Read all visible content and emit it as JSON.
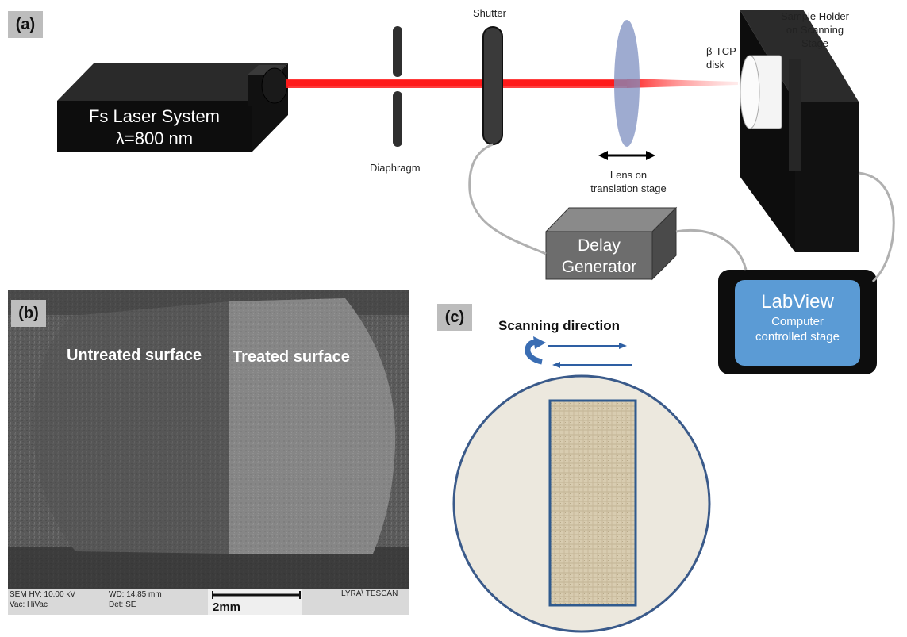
{
  "panels": {
    "a": "(a)",
    "b": "(b)",
    "c": "(c)"
  },
  "setup": {
    "laser_line1": "Fs Laser System",
    "laser_line2": "λ=800 nm",
    "diaphragm": "Diaphragm",
    "shutter": "Shutter",
    "lens_line1": "Lens on",
    "lens_line2": "translation stage",
    "disk_line1": "β-TCP",
    "disk_line2": "disk",
    "holder_line1": "Sample Holder",
    "holder_line2": "on Scanning",
    "holder_line3": "Stage",
    "delay_line1": "Delay",
    "delay_line2": "Generator",
    "labview_title": "LabView",
    "labview_line1": "Computer",
    "labview_line2": "controlled stage"
  },
  "sem": {
    "untreated": "Untreated surface",
    "treated": "Treated surface",
    "hv": "SEM HV: 10.00 kV",
    "wd": "WD: 14.85 mm",
    "vac": "Vac: HiVac",
    "det": "Det: SE",
    "brand": "LYRA\\ TESCAN",
    "scale": "2mm"
  },
  "scan": {
    "direction": "Scanning direction"
  },
  "colors": {
    "laser": "#e01010",
    "box_dark": "#0d0d0d",
    "delay_face": "#6d6d6d",
    "labview_blue": "#5b9bd5",
    "disk_fill": "#ece8de",
    "disk_stroke": "#3a5a8a",
    "tag_gray": "#bdbdbd"
  }
}
